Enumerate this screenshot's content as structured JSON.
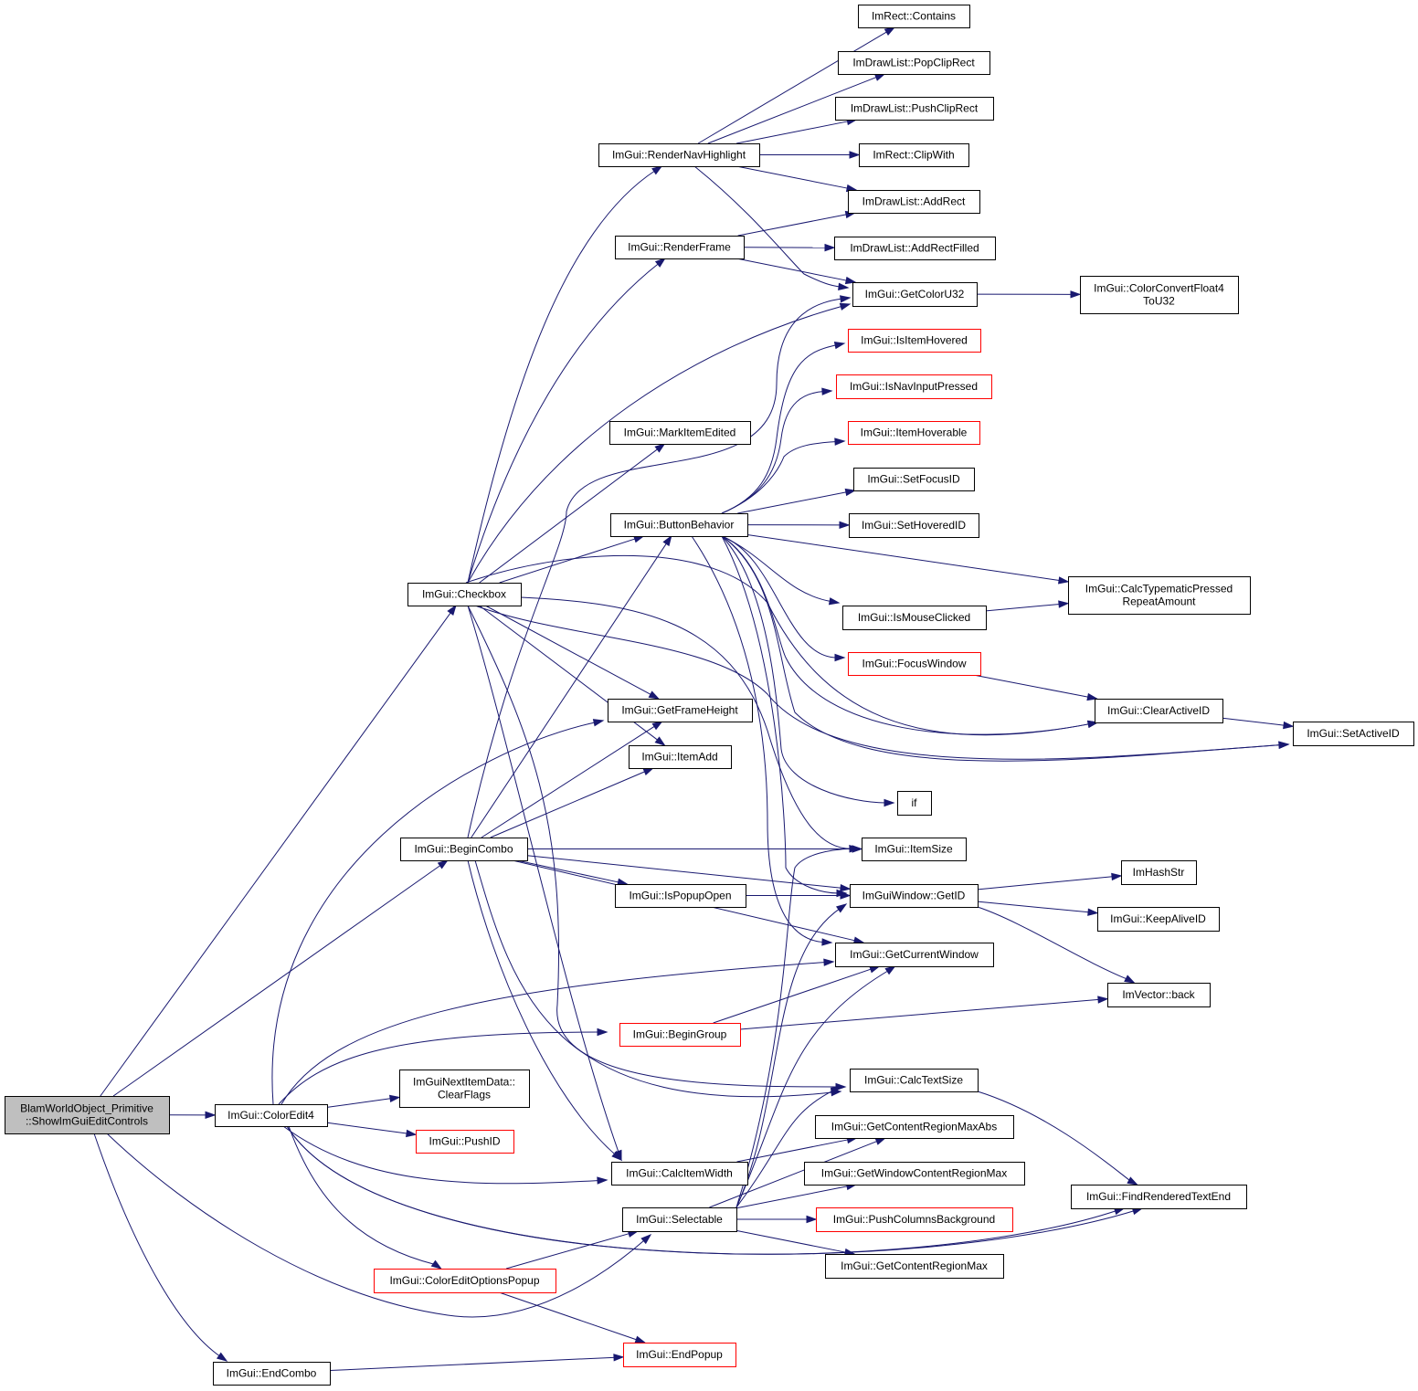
{
  "colors": {
    "edge": "#191970",
    "border_default": "#000000",
    "border_truncated": "#ff0000",
    "fill_default": "#ffffff",
    "fill_root": "#bfbfbf"
  },
  "nodes": [
    {
      "id": "root",
      "lines": [
        "BlamWorldObject_Primitive",
        "::ShowImGuiEditControls"
      ],
      "style": "root"
    },
    {
      "id": "coloredit4",
      "lines": [
        "ImGui::ColorEdit4"
      ],
      "style": "default"
    },
    {
      "id": "endcombo",
      "lines": [
        "ImGui::EndCombo"
      ],
      "style": "default"
    },
    {
      "id": "checkbox",
      "lines": [
        "ImGui::Checkbox"
      ],
      "style": "default"
    },
    {
      "id": "begincombo",
      "lines": [
        "ImGui::BeginCombo"
      ],
      "style": "default"
    },
    {
      "id": "nextitem",
      "lines": [
        "ImGuiNextItemData::",
        "ClearFlags"
      ],
      "style": "default"
    },
    {
      "id": "pushid",
      "lines": [
        "ImGui::PushID"
      ],
      "style": "truncated"
    },
    {
      "id": "coloreditopts",
      "lines": [
        "ImGui::ColorEditOptionsPopup"
      ],
      "style": "truncated"
    },
    {
      "id": "rendernav",
      "lines": [
        "ImGui::RenderNavHighlight"
      ],
      "style": "default"
    },
    {
      "id": "renderframe",
      "lines": [
        "ImGui::RenderFrame"
      ],
      "style": "default"
    },
    {
      "id": "markitem",
      "lines": [
        "ImGui::MarkItemEdited"
      ],
      "style": "default"
    },
    {
      "id": "buttonbeh",
      "lines": [
        "ImGui::ButtonBehavior"
      ],
      "style": "default"
    },
    {
      "id": "getframeh",
      "lines": [
        "ImGui::GetFrameHeight"
      ],
      "style": "default"
    },
    {
      "id": "itemadd",
      "lines": [
        "ImGui::ItemAdd"
      ],
      "style": "default"
    },
    {
      "id": "ispopupopen",
      "lines": [
        "ImGui::IsPopupOpen"
      ],
      "style": "default"
    },
    {
      "id": "begingroup",
      "lines": [
        "ImGui::BeginGroup"
      ],
      "style": "truncated"
    },
    {
      "id": "calcitemw",
      "lines": [
        "ImGui::CalcItemWidth"
      ],
      "style": "default"
    },
    {
      "id": "selectable",
      "lines": [
        "ImGui::Selectable"
      ],
      "style": "default"
    },
    {
      "id": "endpopup",
      "lines": [
        "ImGui::EndPopup"
      ],
      "style": "truncated"
    },
    {
      "id": "contains",
      "lines": [
        "ImRect::Contains"
      ],
      "style": "default"
    },
    {
      "id": "popclip",
      "lines": [
        "ImDrawList::PopClipRect"
      ],
      "style": "default"
    },
    {
      "id": "pushclip",
      "lines": [
        "ImDrawList::PushClipRect"
      ],
      "style": "default"
    },
    {
      "id": "clipwith",
      "lines": [
        "ImRect::ClipWith"
      ],
      "style": "default"
    },
    {
      "id": "addrect",
      "lines": [
        "ImDrawList::AddRect"
      ],
      "style": "default"
    },
    {
      "id": "addrectfilled",
      "lines": [
        "ImDrawList::AddRectFilled"
      ],
      "style": "default"
    },
    {
      "id": "getcoloru32",
      "lines": [
        "ImGui::GetColorU32"
      ],
      "style": "default"
    },
    {
      "id": "isitemhov",
      "lines": [
        "ImGui::IsItemHovered"
      ],
      "style": "truncated"
    },
    {
      "id": "isnavinput",
      "lines": [
        "ImGui::IsNavInputPressed"
      ],
      "style": "truncated"
    },
    {
      "id": "itemhoverable",
      "lines": [
        "ImGui::ItemHoverable"
      ],
      "style": "truncated"
    },
    {
      "id": "setfocusid",
      "lines": [
        "ImGui::SetFocusID"
      ],
      "style": "default"
    },
    {
      "id": "sethoveredid",
      "lines": [
        "ImGui::SetHoveredID"
      ],
      "style": "default"
    },
    {
      "id": "ismouseclicked",
      "lines": [
        "ImGui::IsMouseClicked"
      ],
      "style": "default"
    },
    {
      "id": "focuswindow",
      "lines": [
        "ImGui::FocusWindow"
      ],
      "style": "truncated"
    },
    {
      "id": "if",
      "lines": [
        "if"
      ],
      "style": "default"
    },
    {
      "id": "itemsize",
      "lines": [
        "ImGui::ItemSize"
      ],
      "style": "default"
    },
    {
      "id": "getid",
      "lines": [
        "ImGuiWindow::GetID"
      ],
      "style": "default"
    },
    {
      "id": "getcurwin",
      "lines": [
        "ImGui::GetCurrentWindow"
      ],
      "style": "default"
    },
    {
      "id": "calctextsize",
      "lines": [
        "ImGui::CalcTextSize"
      ],
      "style": "default"
    },
    {
      "id": "getcrmaxabs",
      "lines": [
        "ImGui::GetContentRegionMaxAbs"
      ],
      "style": "default"
    },
    {
      "id": "getwincrmax",
      "lines": [
        "ImGui::GetWindowContentRegionMax"
      ],
      "style": "default"
    },
    {
      "id": "pushcolbg",
      "lines": [
        "ImGui::PushColumnsBackground"
      ],
      "style": "truncated"
    },
    {
      "id": "getcrmax",
      "lines": [
        "ImGui::GetContentRegionMax"
      ],
      "style": "default"
    },
    {
      "id": "colorconv",
      "lines": [
        "ImGui::ColorConvertFloat4",
        "ToU32"
      ],
      "style": "default"
    },
    {
      "id": "calctypematic",
      "lines": [
        "ImGui::CalcTypematicPressed",
        "RepeatAmount"
      ],
      "style": "default"
    },
    {
      "id": "clearactiveid",
      "lines": [
        "ImGui::ClearActiveID"
      ],
      "style": "default"
    },
    {
      "id": "setactiveid",
      "lines": [
        "ImGui::SetActiveID"
      ],
      "style": "default"
    },
    {
      "id": "imhashstr",
      "lines": [
        "ImHashStr"
      ],
      "style": "default"
    },
    {
      "id": "keepaliveid",
      "lines": [
        "ImGui::KeepAliveID"
      ],
      "style": "default"
    },
    {
      "id": "imvecback",
      "lines": [
        "ImVector::back"
      ],
      "style": "default"
    },
    {
      "id": "findrendered",
      "lines": [
        "ImGui::FindRenderedTextEnd"
      ],
      "style": "default"
    }
  ],
  "edges": [
    {
      "from": "root",
      "to": "coloredit4"
    },
    {
      "from": "root",
      "to": "checkbox"
    },
    {
      "from": "root",
      "to": "begincombo"
    },
    {
      "from": "root",
      "to": "endcombo"
    },
    {
      "from": "root",
      "to": "selectable"
    },
    {
      "from": "coloredit4",
      "to": "nextitem"
    },
    {
      "from": "coloredit4",
      "to": "pushid"
    },
    {
      "from": "coloredit4",
      "to": "calcitemw"
    },
    {
      "from": "coloredit4",
      "to": "coloreditopts"
    },
    {
      "from": "coloredit4",
      "to": "begingroup"
    },
    {
      "from": "coloredit4",
      "to": "getcurwin"
    },
    {
      "from": "coloredit4",
      "to": "getframeh"
    },
    {
      "from": "coloredit4",
      "to": "calctextsize"
    },
    {
      "from": "coloredit4",
      "to": "findrendered"
    },
    {
      "from": "endcombo",
      "to": "endpopup"
    },
    {
      "from": "coloreditopts",
      "to": "selectable"
    },
    {
      "from": "coloreditopts",
      "to": "endpopup"
    },
    {
      "from": "checkbox",
      "to": "rendernav"
    },
    {
      "from": "checkbox",
      "to": "renderframe"
    },
    {
      "from": "checkbox",
      "to": "getcoloru32"
    },
    {
      "from": "checkbox",
      "to": "markitem"
    },
    {
      "from": "checkbox",
      "to": "buttonbeh"
    },
    {
      "from": "checkbox",
      "to": "getframeh"
    },
    {
      "from": "checkbox",
      "to": "itemadd"
    },
    {
      "from": "checkbox",
      "to": "clearactiveid"
    },
    {
      "from": "checkbox",
      "to": "setactiveid"
    },
    {
      "from": "checkbox",
      "to": "itemsize"
    },
    {
      "from": "checkbox",
      "to": "calctextsize"
    },
    {
      "from": "checkbox",
      "to": "calcitemw"
    },
    {
      "from": "begincombo",
      "to": "buttonbeh"
    },
    {
      "from": "begincombo",
      "to": "getframeh"
    },
    {
      "from": "begincombo",
      "to": "itemadd"
    },
    {
      "from": "begincombo",
      "to": "itemsize"
    },
    {
      "from": "begincombo",
      "to": "ispopupopen"
    },
    {
      "from": "begincombo",
      "to": "getid"
    },
    {
      "from": "begincombo",
      "to": "getcurwin"
    },
    {
      "from": "begincombo",
      "to": "calctextsize"
    },
    {
      "from": "begincombo",
      "to": "calcitemw"
    },
    {
      "from": "begincombo",
      "to": "getcoloru32"
    },
    {
      "from": "rendernav",
      "to": "contains"
    },
    {
      "from": "rendernav",
      "to": "popclip"
    },
    {
      "from": "rendernav",
      "to": "pushclip"
    },
    {
      "from": "rendernav",
      "to": "clipwith"
    },
    {
      "from": "rendernav",
      "to": "addrect"
    },
    {
      "from": "rendernav",
      "to": "getcoloru32"
    },
    {
      "from": "renderframe",
      "to": "addrect"
    },
    {
      "from": "renderframe",
      "to": "addrectfilled"
    },
    {
      "from": "renderframe",
      "to": "getcoloru32"
    },
    {
      "from": "buttonbeh",
      "to": "isitemhov"
    },
    {
      "from": "buttonbeh",
      "to": "isnavinput"
    },
    {
      "from": "buttonbeh",
      "to": "itemhoverable"
    },
    {
      "from": "buttonbeh",
      "to": "setfocusid"
    },
    {
      "from": "buttonbeh",
      "to": "sethoveredid"
    },
    {
      "from": "buttonbeh",
      "to": "calctypematic"
    },
    {
      "from": "buttonbeh",
      "to": "ismouseclicked"
    },
    {
      "from": "buttonbeh",
      "to": "focuswindow"
    },
    {
      "from": "buttonbeh",
      "to": "clearactiveid"
    },
    {
      "from": "buttonbeh",
      "to": "setactiveid"
    },
    {
      "from": "buttonbeh",
      "to": "if"
    },
    {
      "from": "buttonbeh",
      "to": "getid"
    },
    {
      "from": "buttonbeh",
      "to": "getcurwin"
    },
    {
      "from": "ispopupopen",
      "to": "getid"
    },
    {
      "from": "begingroup",
      "to": "getcurwin"
    },
    {
      "from": "begingroup",
      "to": "imvecback"
    },
    {
      "from": "calcitemw",
      "to": "getcrmaxabs"
    },
    {
      "from": "selectable",
      "to": "getcrmaxabs"
    },
    {
      "from": "selectable",
      "to": "getwincrmax"
    },
    {
      "from": "selectable",
      "to": "pushcolbg"
    },
    {
      "from": "selectable",
      "to": "getcrmax"
    },
    {
      "from": "selectable",
      "to": "itemsize"
    },
    {
      "from": "selectable",
      "to": "calctextsize"
    },
    {
      "from": "selectable",
      "to": "getid"
    },
    {
      "from": "selectable",
      "to": "getcurwin"
    },
    {
      "from": "getcoloru32",
      "to": "colorconv"
    },
    {
      "from": "ismouseclicked",
      "to": "calctypematic"
    },
    {
      "from": "focuswindow",
      "to": "clearactiveid"
    },
    {
      "from": "clearactiveid",
      "to": "setactiveid"
    },
    {
      "from": "getid",
      "to": "imhashstr"
    },
    {
      "from": "getid",
      "to": "keepaliveid"
    },
    {
      "from": "getid",
      "to": "imvecback"
    },
    {
      "from": "calctextsize",
      "to": "findrendered"
    }
  ]
}
